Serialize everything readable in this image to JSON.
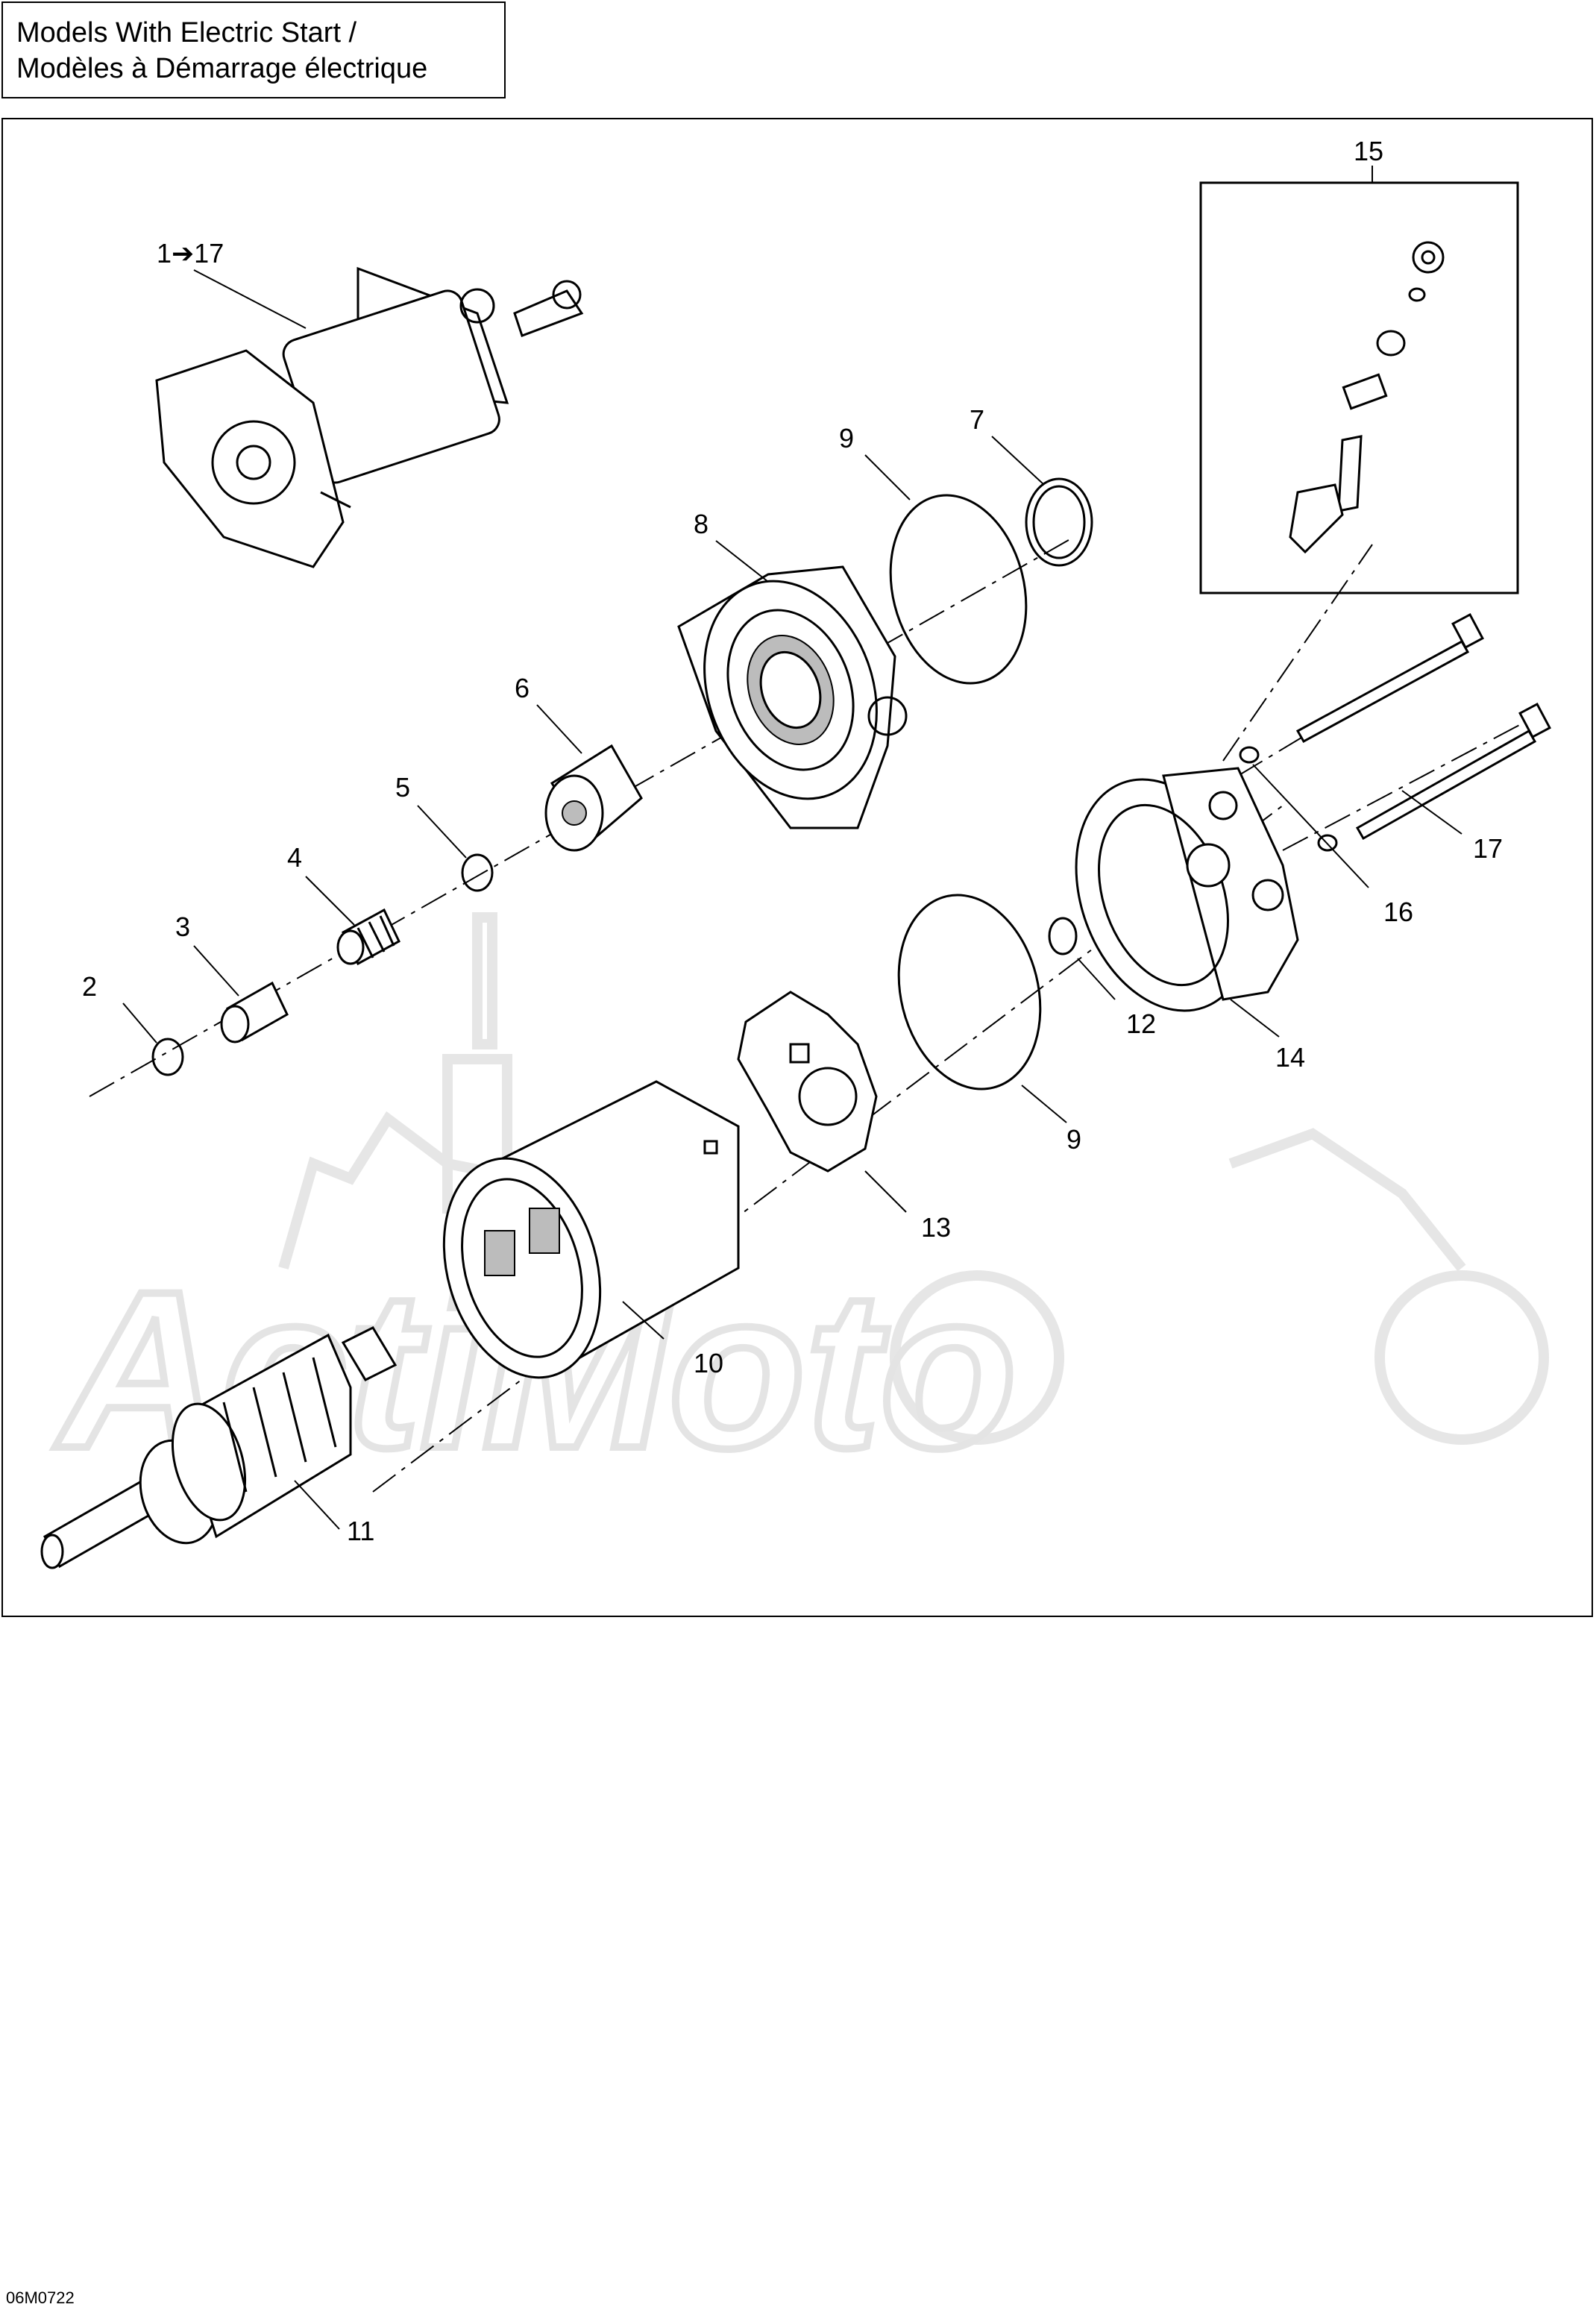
{
  "title": {
    "line1": "Models With Electric Start /",
    "line2": "Modèles à Démarrage électrique"
  },
  "reference_code": "06M0722",
  "watermark_text": "ActiMoto",
  "callouts": {
    "assembly": "1➔17",
    "c2": "2",
    "c3": "3",
    "c4": "4",
    "c5": "5",
    "c6": "6",
    "c7": "7",
    "c8": "8",
    "c9a": "9",
    "c9b": "9",
    "c10": "10",
    "c11": "11",
    "c12": "12",
    "c13": "13",
    "c14": "14",
    "c15": "15",
    "c16": "16",
    "c17": "17"
  },
  "colors": {
    "line": "#000000",
    "watermark": "#e6e6e6",
    "background": "#ffffff"
  }
}
